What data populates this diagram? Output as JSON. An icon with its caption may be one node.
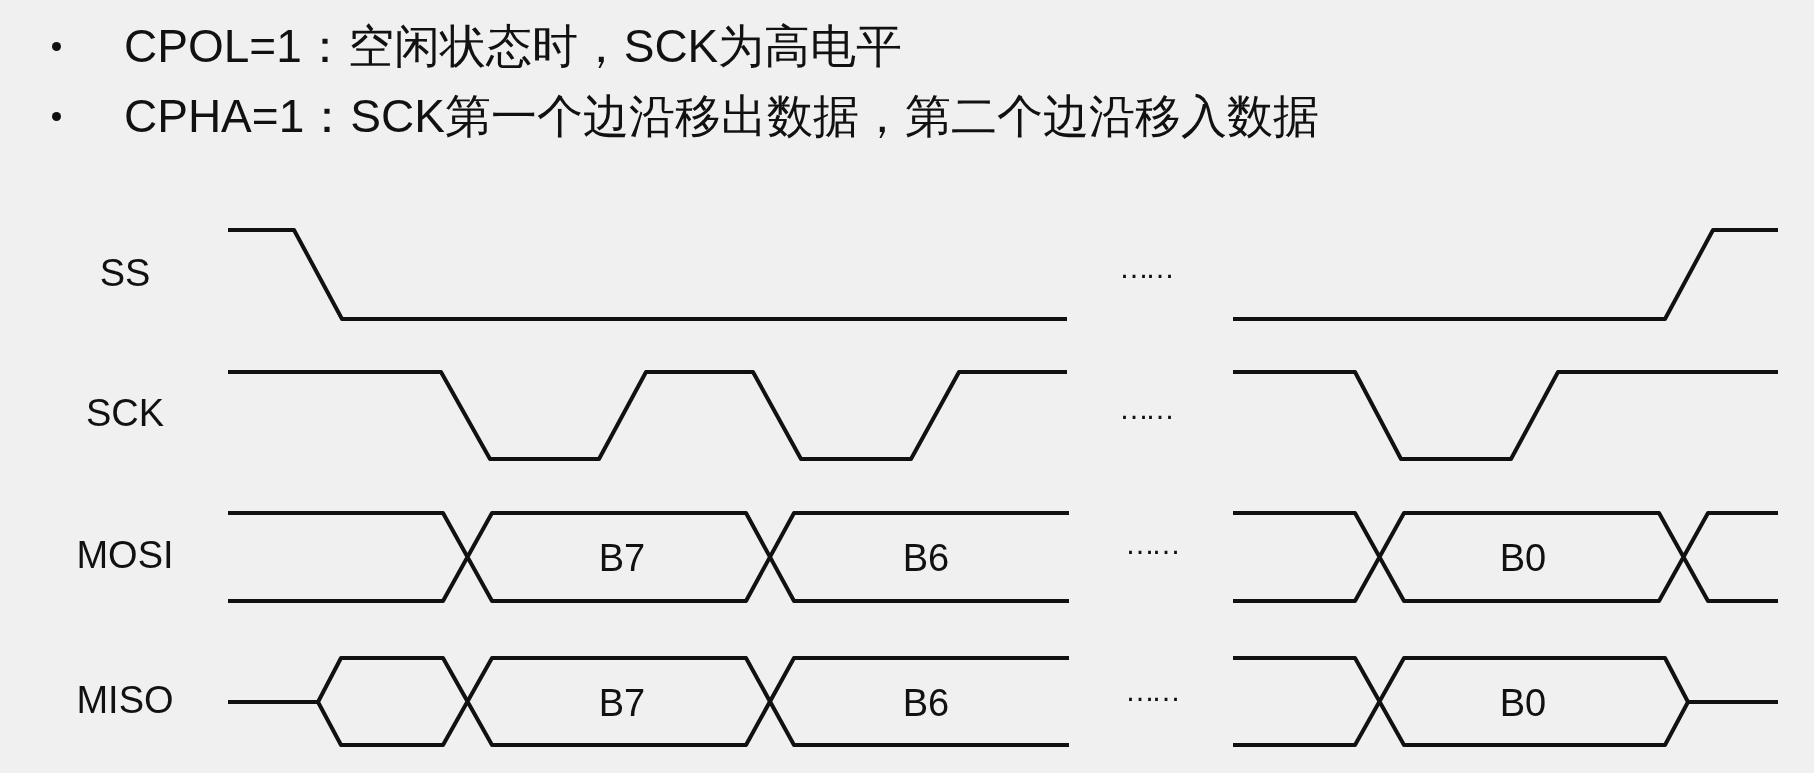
{
  "diagram": {
    "labels": [
      "CPOL=1：空闲状态时，SCK为高电平",
      "CPHA=1：SCK第一个边沿移出数据，第二个边沿移入数据",
      "SS",
      "……",
      "SCK",
      "……",
      "MOSI",
      "B7",
      "B6",
      "……",
      "B0",
      "MISO",
      "B7",
      "B6",
      "……",
      "B0"
    ]
  }
}
